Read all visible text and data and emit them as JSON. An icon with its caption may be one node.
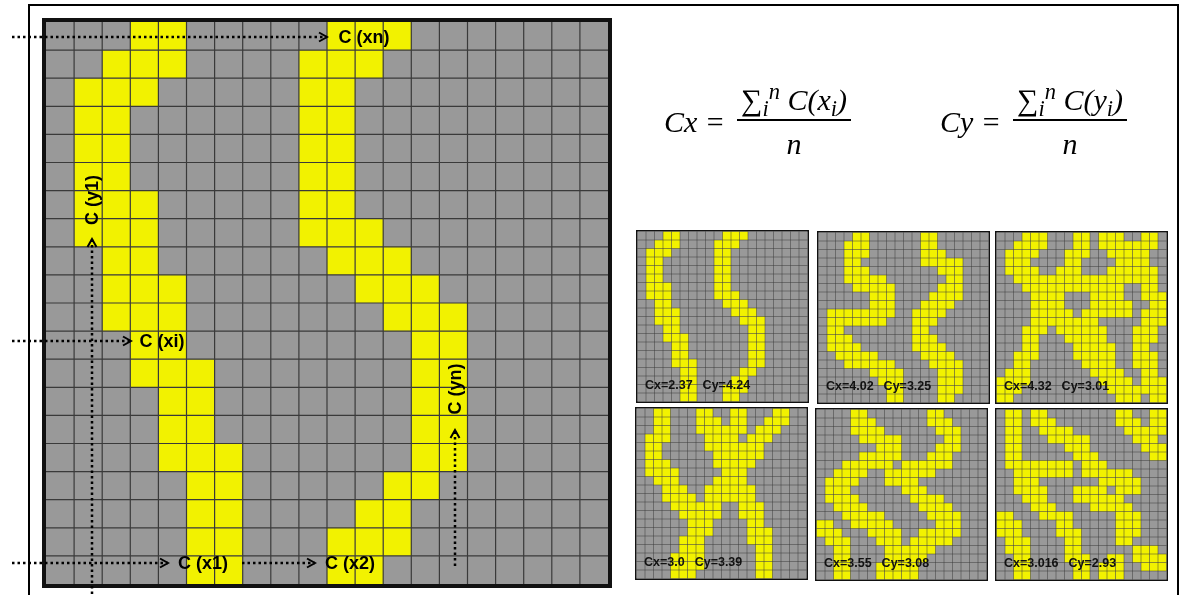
{
  "diagram": {
    "nodes": [
      {
        "text": [
          "C (xn)"
        ]
      },
      {
        "text": [
          "C (y1)"
        ]
      },
      {
        "text": [
          "C (xi)"
        ]
      },
      {
        "text": [
          "C (yn)"
        ]
      },
      {
        "text": [
          "C (x1)"
        ]
      },
      {
        "text": [
          "C (x2)"
        ]
      }
    ],
    "edges": [
      {
        "from": null,
        "to": 0,
        "arrow": "to"
      },
      {
        "from": null,
        "to": 2,
        "arrow": "to"
      },
      {
        "from": null,
        "to": 4,
        "arrow": "to"
      },
      {
        "from": 4,
        "to": 5,
        "arrow": "to"
      },
      {
        "from": null,
        "to": 1,
        "arrow": "to"
      },
      {
        "from": null,
        "to": 3,
        "arrow": "to"
      }
    ],
    "labels": [
      "Cx =",
      "∑$_{i}$$^{n}$ C(x$_{i}$)",
      "n",
      "Cy =",
      "∑$_{i}$$^{n}$ C(y$_{i}$)",
      "n",
      "Cx=2.37",
      "Cy=4.24",
      "Cx=4.02",
      "Cy=3.25",
      "Cx=4.32",
      "Cy=3.01",
      "Cx=3.0",
      "Cy=3.39",
      "Cx=3.55",
      "Cy=3.08",
      "Cx=3.016",
      "Cy=2.93"
    ]
  }
}
